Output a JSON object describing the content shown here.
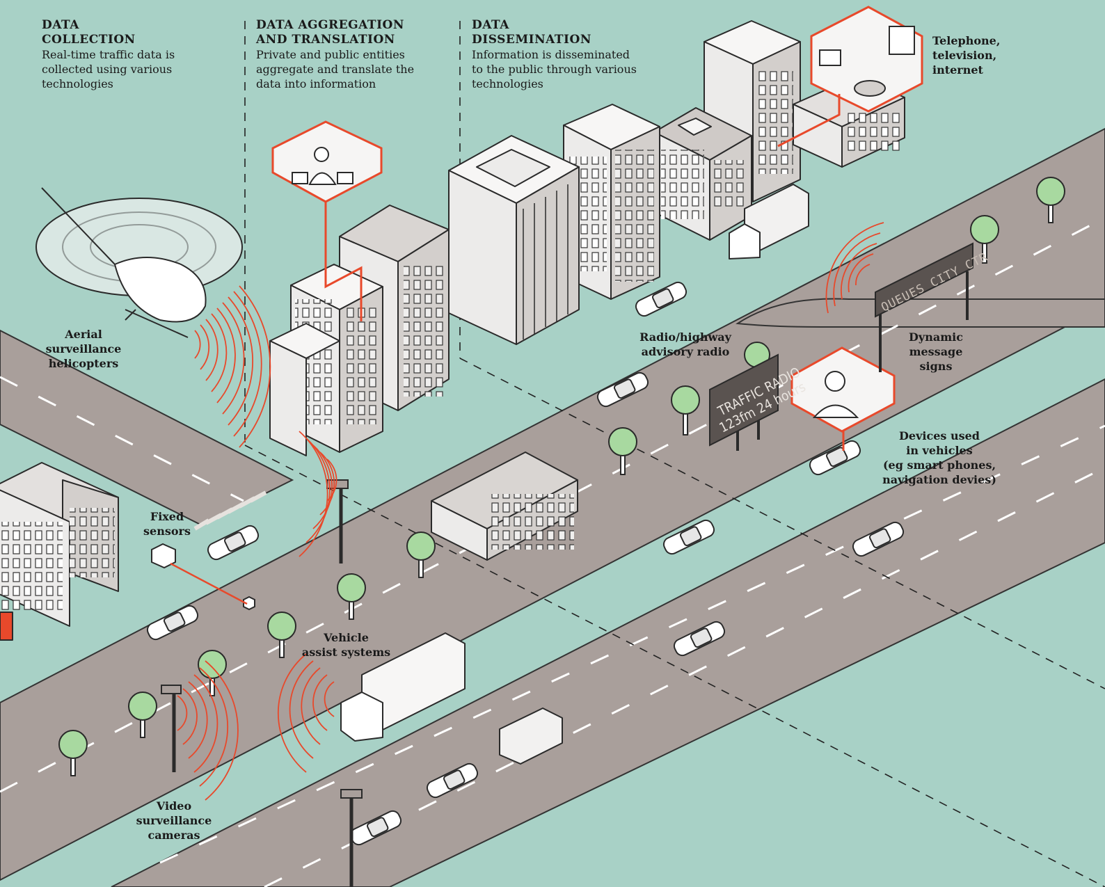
{
  "columns": [
    {
      "title_line1": "DATA",
      "title_line2": "COLLECTION",
      "desc": [
        "Real-time traffic data is",
        "collected using various",
        "technologies"
      ]
    },
    {
      "title_line1": "DATA AGGREGATION",
      "title_line2": "AND TRANSLATION",
      "desc": [
        "Private and public entities",
        "aggregate and translate the",
        "data into information"
      ]
    },
    {
      "title_line1": "DATA",
      "title_line2": "DISSEMINATION",
      "desc": [
        "Information is disseminated",
        "to the public through various",
        "technologies"
      ]
    }
  ],
  "callouts": {
    "telephone": [
      "Telephone,",
      "television,",
      "internet"
    ],
    "aerial": [
      "Aerial",
      "surveillance",
      "helicopters"
    ],
    "radio": [
      "Radio/highway",
      "advisory radio"
    ],
    "dms": [
      "Dynamic",
      "message",
      "signs"
    ],
    "devices": [
      "Devices used",
      "in vehicles",
      "(eg smart phones,",
      "navigation devies)"
    ],
    "fixed": [
      "Fixed",
      "sensors"
    ],
    "vehicle_assist": [
      "Vehicle",
      "assist systems"
    ],
    "video": [
      "Video",
      "surveillance",
      "cameras"
    ]
  },
  "signs": {
    "traffic_radio_line1": "TRAFFIC RADIO",
    "traffic_radio_line2": "123fm  24 hours",
    "message_board": "QUEUES CITY CTR"
  },
  "colors": {
    "background": "#a8d1c6",
    "road": "#a99f9b",
    "accent": "#e8492b",
    "building": "#ecebea",
    "tree": "#a8d9a0"
  }
}
